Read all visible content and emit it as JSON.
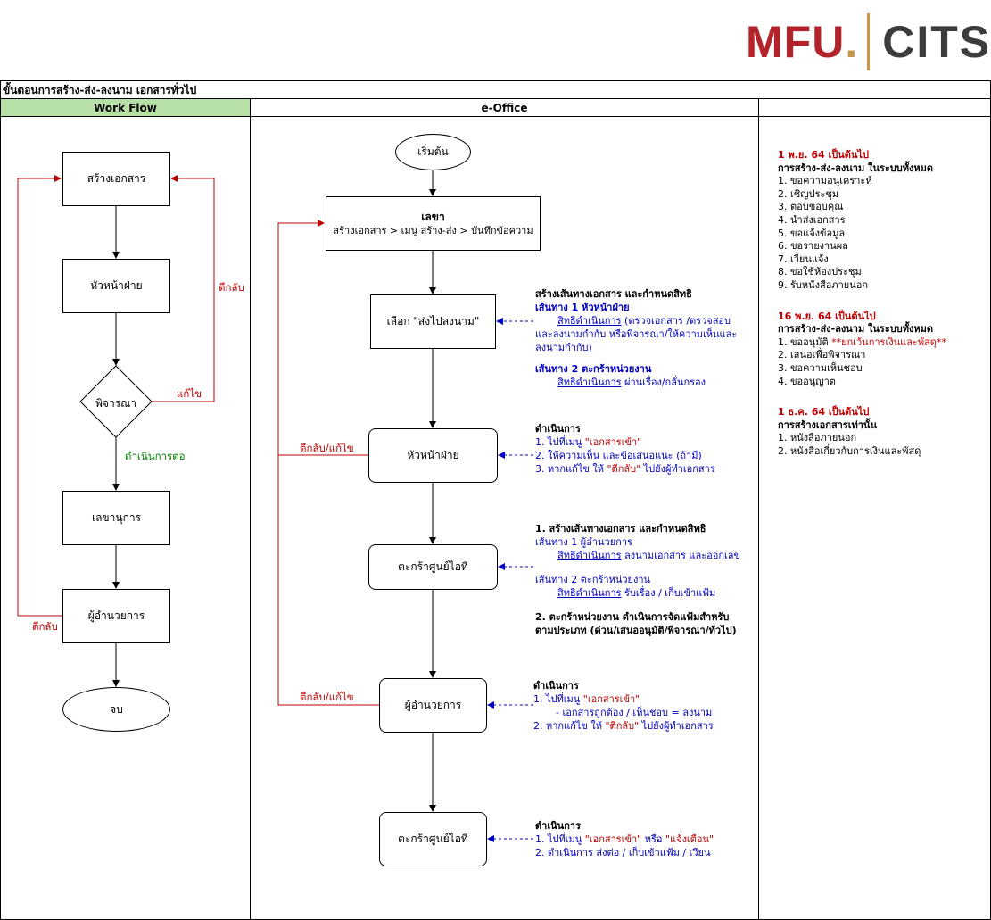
{
  "logo": {
    "left": "MFU",
    "dot": ".",
    "right": "CITS"
  },
  "title": "ขั้นตอนการสร้าง-ส่ง-ลงนาม เอกสารทั่วไป",
  "columns": {
    "workflow": "Work Flow",
    "eoffice": "e-Office",
    "notes": ""
  },
  "workflow": {
    "create": "สร้างเอกสาร",
    "head": "หัวหน้าฝ่าย",
    "consider": "พิจารณา",
    "secretary": "เลขานุการ",
    "director": "ผู้อำนวยการ",
    "end": "จบ",
    "return_label": "ตีกลับ",
    "fix_label": "แก้ไข",
    "proceed_label": "ดำเนินการต่อ",
    "return_label2": "ตีกลับ"
  },
  "eoffice": {
    "start": "เริ่มต้น",
    "secretary_title": "เลขา",
    "secretary_path": "สร้างเอกสาร > เมนู สร้าง-ส่ง > บันทึกข้อความ",
    "choose": "เลือก \"ส่งไปลงนาม\"",
    "head": "หัวหน้าฝ่าย",
    "basket1": "ตะกร้าศูนย์ไอที",
    "director": "ผู้อำนวยการ",
    "basket2": "ตะกร้าศูนย์ไอที",
    "return_fix1": "ตีกลับ/แก้ไข",
    "return_fix2": "ตีกลับ/แก้ไข",
    "note1": {
      "l1": "สร้างเส้นทางเอกสาร และกำหนดสิทธิ",
      "l2": "เส้นทาง 1 หัวหน้าฝ่าย",
      "l3a": "สิทธิดำเนินการ",
      "l3b": " (ตรวจเอกสาร /ตรวจสอบ",
      "l4": "และลงนามกำกับ หรือพิจารณา/ให้ความเห็นและ",
      "l5": "ลงนามกำกับ)",
      "l6": "เส้นทาง 2 ตะกร้าหน่วยงาน",
      "l7a": "สิทธิดำเนินการ",
      "l7b": " ผ่านเรื่อง/กลั่นกรอง"
    },
    "note2": {
      "l1": "ดำเนินการ",
      "l2a": "1. ไปที่เมนู ",
      "l2b": "\"เอกสารเข้า\"",
      "l3": "2. ให้ความเห็น และข้อเสนอแนะ (ถ้ามี)",
      "l4a": "3. หากแก้ไข ให้ ",
      "l4b": "\"ตีกลับ\"",
      "l4c": " ไปยังผู้ทำเอกสาร"
    },
    "note3": {
      "l1": "1. สร้างเส้นทางเอกสาร และกำหนดสิทธิ",
      "l2": "เส้นทาง 1 ผู้อำนวยการ",
      "l3a": "สิทธิดำเนินการ",
      "l3b": " ลงนามเอกสาร และออกเลข",
      "l4": "เส้นทาง 2 ตะกร้าหน่วยงาน",
      "l5a": "สิทธิดำเนินการ",
      "l5b": " รับเรื่อง / เก็บเข้าแฟ้ม",
      "l6": "2. ตะกร้าหน่วยงาน ดำเนินการจัดแฟ้มสำหรับ",
      "l7": "ตามประเภท (ด่วน/เสนออนุมัติ/พิจารณา/ทั่วไป)"
    },
    "note4": {
      "l1": "ดำเนินการ",
      "l2a": "1. ไปที่เมนู ",
      "l2b": "\"เอกสารเข้า\"",
      "l3": "- เอกสารถูกต้อง / เห็นชอบ = ลงนาม",
      "l4a": "2. หากแก้ไข ให้ ",
      "l4b": "\"ตีกลับ\"",
      "l4c": " ไปยังผู้ทำเอกสาร"
    },
    "note5": {
      "l1": "ดำเนินการ",
      "l2a": "1. ไปที่เมนู ",
      "l2b": "\"เอกสารเข้า\"",
      "l2c": " หรือ ",
      "l2d": "\"แจ้งเตือน\"",
      "l3": "2. ดำเนินการ ส่งต่อ / เก็บเข้าแฟ้ม / เวียน"
    }
  },
  "notes": {
    "s1_date": "1 พ.ย. 64 เป็นต้นไป",
    "s1_head": "การสร้าง-ส่ง-ลงนาม ในระบบทั้งหมด",
    "s1_items": [
      "1. ขอความอนุเคราะห์",
      "2. เชิญประชุม",
      "3. ตอบขอบคุณ",
      "4. นำส่งเอกสาร",
      "5. ขอแจ้งข้อมูล",
      "6. ขอรายงานผล",
      "7. เวียนแจ้ง",
      "8. ขอใช้ห้องประชุม",
      "9. รับหนังสือภายนอก"
    ],
    "s2_date": "16 พ.ย. 64 เป็นต้นไป",
    "s2_head": "การสร้าง-ส่ง-ลงนาม ในระบบทั้งหมด",
    "s2_item1a": "1. ขออนุมัติ ",
    "s2_item1b": "**ยกเว้นการเงินและพัสดุ**",
    "s2_items": [
      "2. เสนอเพื่อพิจารณา",
      "3. ขอความเห็นชอบ",
      "4. ขออนุญาต"
    ],
    "s3_date": "1 ธ.ค. 64 เป็นต้นไป",
    "s3_head": "การสร้างเอกสารเท่านั้น",
    "s3_items": [
      "1. หนังสือภายนอก",
      "2. หนังสือเกี่ยวกับการเงินและพัสดุ"
    ]
  },
  "colors": {
    "header_green": "#b6e0a6",
    "red": "#c00000",
    "blue": "#0000c0",
    "green": "#008000"
  }
}
